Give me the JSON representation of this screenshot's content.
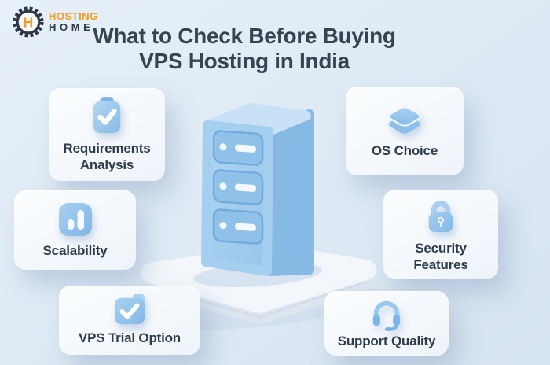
{
  "logo": {
    "monogram": "H",
    "word_top": "HOSTING",
    "word_bottom": "HOME"
  },
  "title": {
    "line1": "What to Check Before Buying",
    "line2": "VPS Hosting in India"
  },
  "cards": [
    {
      "label": "Requirements Analysis",
      "icon": "clipboard-check-icon"
    },
    {
      "label": "OS Choice",
      "icon": "layers-icon"
    },
    {
      "label": "Scalability",
      "icon": "bar-chart-icon"
    },
    {
      "label": "Security Features",
      "icon": "lock-icon"
    },
    {
      "label": "VPS Trial Option",
      "icon": "folder-check-icon"
    },
    {
      "label": "Support Quality",
      "icon": "headset-icon"
    }
  ],
  "illustration": {
    "subject": "3d-server-tower-on-pedestal",
    "drive_bays": 3
  },
  "colors": {
    "background": "#dde9f4",
    "card": "#f6f9fc",
    "title_text": "#35444f",
    "label_text": "#2e3d4b",
    "icon_blue": "#8cc0ea",
    "icon_blue_dark": "#76ade0",
    "server_front": "#a5cfee",
    "server_side": "#86b9e3",
    "server_top": "#c9e1f6",
    "pedestal": "#f3f6fa",
    "logo_orange": "#f09e27",
    "logo_navy": "#2c3844"
  }
}
